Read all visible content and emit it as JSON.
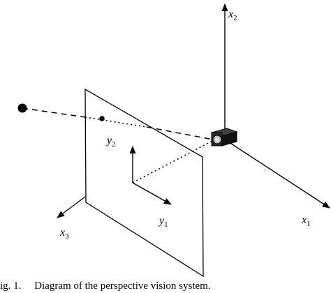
{
  "diagram": {
    "axis_labels": {
      "x1": {
        "base": "x",
        "sub": "1"
      },
      "x2": {
        "base": "x",
        "sub": "2"
      },
      "x3": {
        "base": "x",
        "sub": "3"
      },
      "y1": {
        "base": "y",
        "sub": "1"
      },
      "y2": {
        "base": "y",
        "sub": "2"
      }
    },
    "caption": "ig. 1.  Diagram of the perspective vision system.",
    "colors": {
      "ink": "#000000",
      "camera_body": "#111111",
      "camera_lens": "#bdbdbd"
    }
  }
}
